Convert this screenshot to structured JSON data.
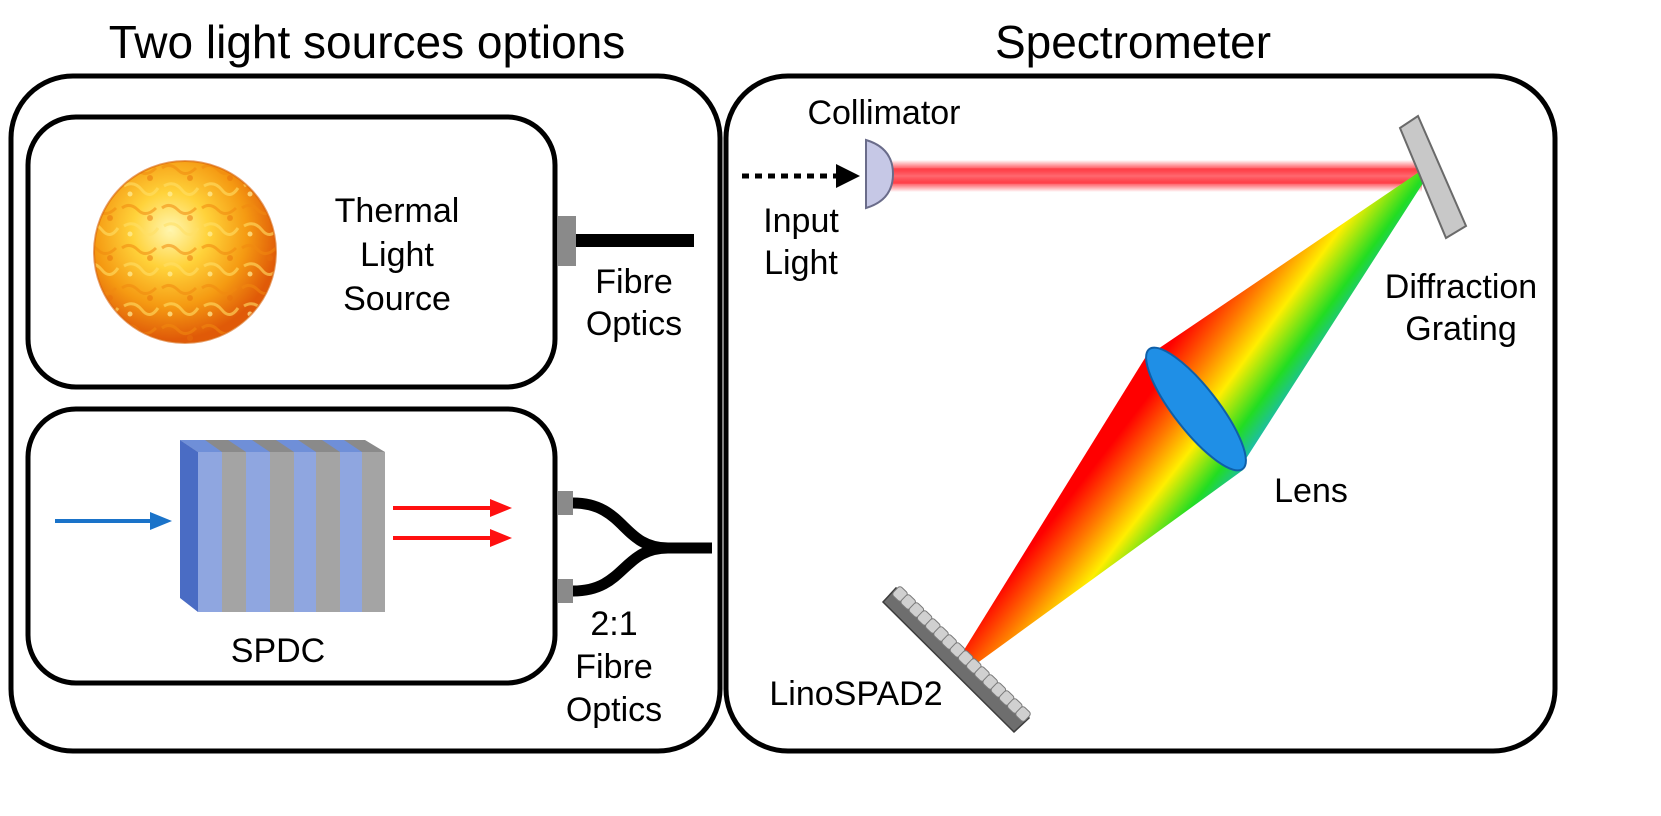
{
  "panels": {
    "left": {
      "title": "Two light sources options"
    },
    "right": {
      "title": "Spectrometer"
    }
  },
  "thermal": {
    "label_lines": [
      "Thermal",
      "Light",
      "Source"
    ],
    "fibre_label_lines": [
      "Fibre",
      "Optics"
    ]
  },
  "spdc": {
    "label": "SPDC",
    "fibre_label_lines": [
      "2:1",
      "Fibre",
      "Optics"
    ]
  },
  "spectrometer": {
    "collimator": "Collimator",
    "input_lines": [
      "Input",
      "Light"
    ],
    "grating_lines": [
      "Diffraction",
      "Grating"
    ],
    "lens": "Lens",
    "detector": "LinoSPAD2"
  },
  "colors": {
    "outline": "#000000",
    "laser": "#ff1f2a",
    "pump_arrow": "#1a73c9",
    "output_arrows": "#ff1010",
    "crystal_blue": "#8fa6e0",
    "crystal_grey": "#a4a4a4",
    "lens": "#1f8fe6",
    "grating": "#c8c8c8",
    "detector": "#6e6e6e",
    "collimator": "#c6c8e6"
  }
}
